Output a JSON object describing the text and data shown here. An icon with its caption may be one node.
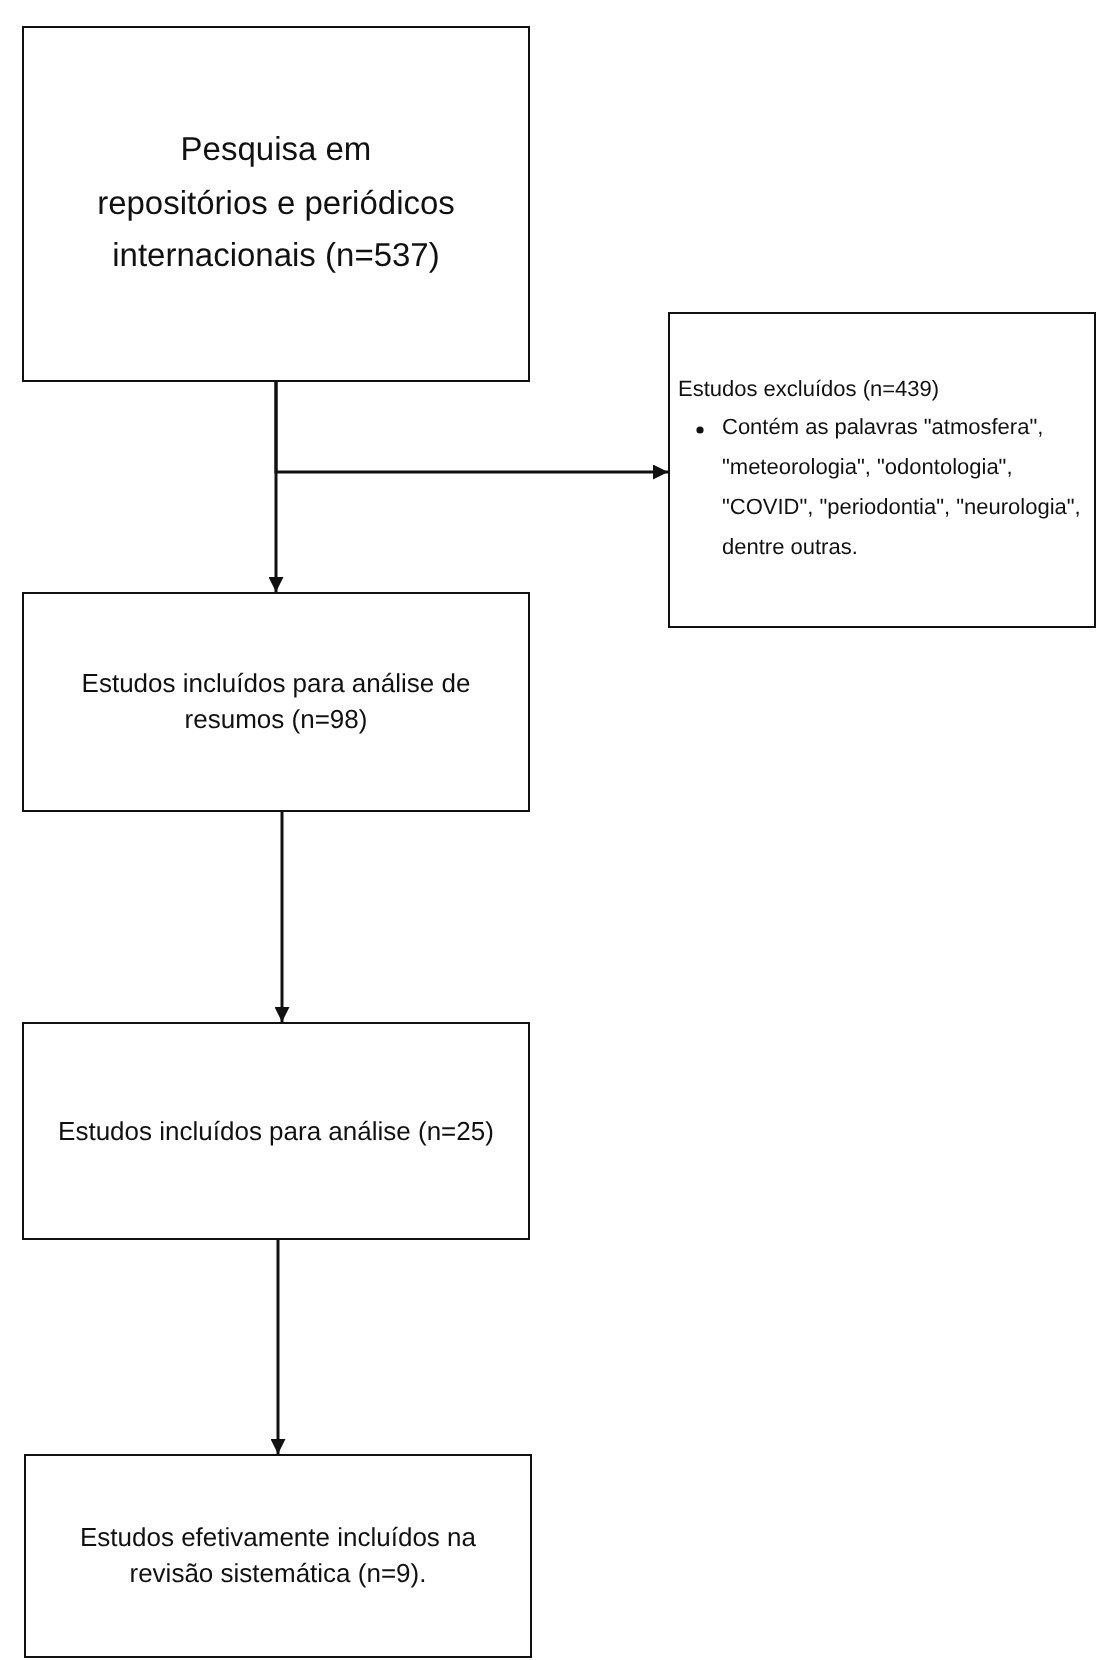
{
  "diagram": {
    "nodes": [
      {
        "text": [
          "Pesquisa em repositórios e periódicos internacionais (n=537)"
        ]
      },
      {
        "text": [
          "Estudos excluídos (n=439)",
          "Contém as palavras \"atmosfera\", \"meteorologia\", \"odontologia\", \"COVID\", \"periodontia\", \"neurologia\", dentre outras."
        ]
      },
      {
        "text": [
          "Estudos incluídos para análise de resumos (n=98)"
        ]
      },
      {
        "text": [
          "Estudos incluídos para análise (n=25)"
        ]
      },
      {
        "text": [
          "Estudos efetivamente incluídos na revisão sistemática (n=9)."
        ]
      }
    ],
    "edges": [
      {
        "from": 0,
        "to": 1,
        "arrow": "to"
      },
      {
        "from": 0,
        "to": 2,
        "arrow": "to"
      },
      {
        "from": 2,
        "to": 3,
        "arrow": "to"
      },
      {
        "from": 3,
        "to": 4,
        "arrow": "to"
      }
    ]
  }
}
